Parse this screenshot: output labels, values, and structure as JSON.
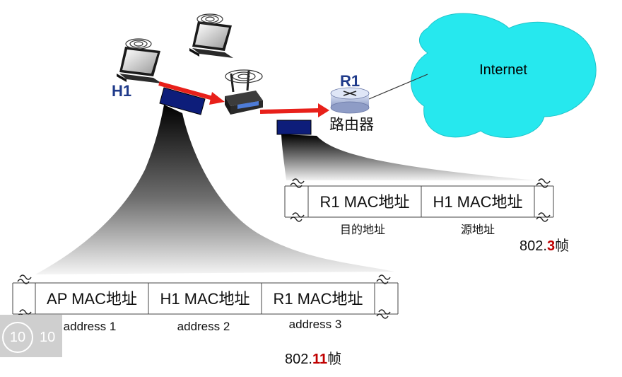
{
  "labels": {
    "host": "H1",
    "router_name": "R1",
    "router_desc": "路由器",
    "internet": "Internet"
  },
  "frame_802_3": {
    "fields": [
      "R1 MAC地址",
      "H1 MAC地址"
    ],
    "field_labels": [
      "目的地址",
      "源地址"
    ],
    "caption_pre": "802.",
    "caption_num": "3",
    "caption_post": "帧"
  },
  "frame_802_11": {
    "fields": [
      "AP MAC地址",
      "H1 MAC地址",
      "R1 MAC地址"
    ],
    "addresses": [
      "address 1",
      "address 2",
      "address 3"
    ],
    "caption_pre": "802.",
    "caption_num": "11",
    "caption_post": "帧"
  },
  "slide_badge": {
    "circle": "10",
    "text": "10"
  },
  "colors": {
    "label_blue": "#1f3a8a",
    "arrow_red": "#e8201a",
    "cloud_cyan": "#26e8ee",
    "frame_box": "#0d1d7a",
    "caption_num_red": "#c00000"
  }
}
